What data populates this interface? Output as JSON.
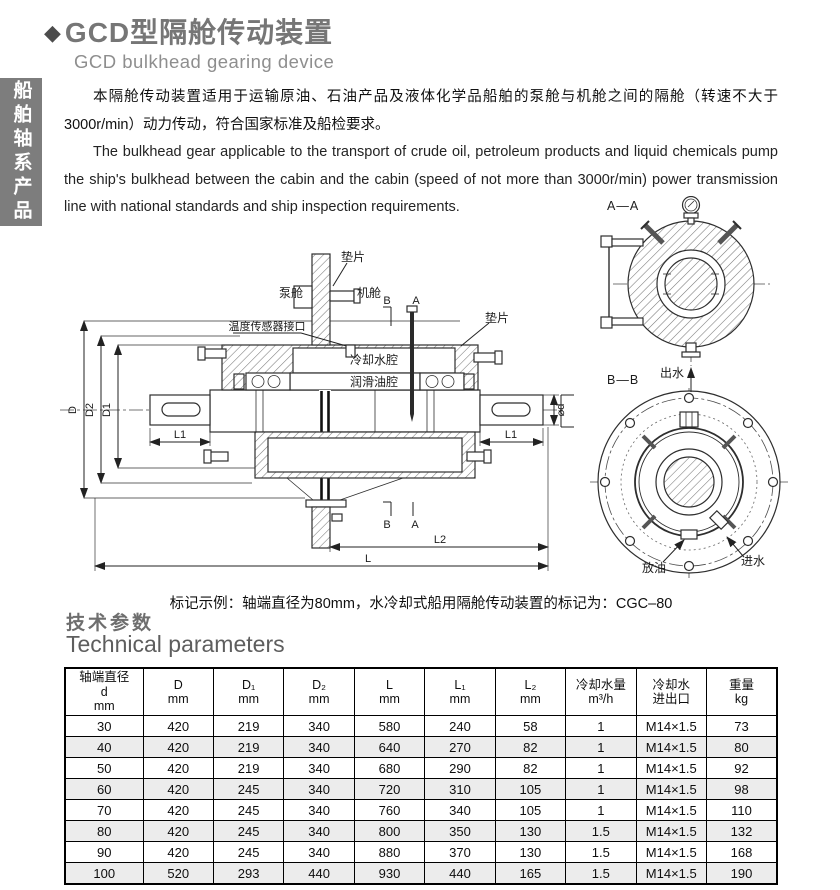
{
  "sidebar": {
    "label": "船舶轴系产品"
  },
  "header": {
    "diamond": "◆",
    "title_cn": "GCD型隔舱传动装置",
    "title_en": "GCD bulkhead gearing device"
  },
  "intro": {
    "para_cn": "本隔舱传动装置适用于运输原油、石油产品及液体化学品船舶的泵舱与机舱之间的隔舱（转速不大于3000r/min）动力传动，符合国家标准及船检要求。",
    "para_en": "The bulkhead gear applicable to the transport of crude oil, petroleum products and liquid chemicals pump the ship's bulkhead between the cabin and the cabin (speed of not more than 3000r/min) power transmission line with national standards and ship inspection requirements."
  },
  "drawing": {
    "labels": {
      "gasket": "垫片",
      "pump_cabin": "泵舱",
      "engine_cabin": "机舱",
      "temp_sensor_port": "温度传感器接口",
      "cooling_water_chamber": "冷却水腔",
      "lube_oil_chamber": "润滑油腔",
      "water_outlet": "出水",
      "water_inlet": "进水",
      "oil_drain": "放油",
      "section_a": "A",
      "section_b": "B",
      "view_aa": "A—A",
      "view_bb": "B—B"
    },
    "dims": {
      "D": "D",
      "D1": "D1",
      "D2": "D2",
      "L": "L",
      "L1": "L1",
      "L2": "L2",
      "d": "⌀d"
    }
  },
  "mark_example": "标记示例：轴端直径为80mm，水冷却式船用隔舱传动装置的标记为：CGC–80",
  "tech": {
    "heading_cn": "技术参数",
    "heading_en": "Technical parameters"
  },
  "table": {
    "headers": [
      "轴端直径\nd\nmm",
      "D\nmm",
      "D₁\nmm",
      "D₂\nmm",
      "L\nmm",
      "L₁\nmm",
      "L₂\nmm",
      "冷却水量\nm³/h",
      "冷却水\n进出口",
      "重量\nkg"
    ],
    "rows": [
      [
        "30",
        "420",
        "219",
        "340",
        "580",
        "240",
        "58",
        "1",
        "M14×1.5",
        "73"
      ],
      [
        "40",
        "420",
        "219",
        "340",
        "640",
        "270",
        "82",
        "1",
        "M14×1.5",
        "80"
      ],
      [
        "50",
        "420",
        "219",
        "340",
        "680",
        "290",
        "82",
        "1",
        "M14×1.5",
        "92"
      ],
      [
        "60",
        "420",
        "245",
        "340",
        "720",
        "310",
        "105",
        "1",
        "M14×1.5",
        "98"
      ],
      [
        "70",
        "420",
        "245",
        "340",
        "760",
        "340",
        "105",
        "1",
        "M14×1.5",
        "110"
      ],
      [
        "80",
        "420",
        "245",
        "340",
        "800",
        "350",
        "130",
        "1.5",
        "M14×1.5",
        "132"
      ],
      [
        "90",
        "420",
        "245",
        "340",
        "880",
        "370",
        "130",
        "1.5",
        "M14×1.5",
        "168"
      ],
      [
        "100",
        "520",
        "293",
        "440",
        "930",
        "440",
        "165",
        "1.5",
        "M14×1.5",
        "190"
      ]
    ]
  },
  "colors": {
    "sidebar_bg": "#7d7d7d",
    "title_gray": "#767676",
    "subtitle_gray": "#8e8e8e",
    "alt_row_bg": "#ececec",
    "drawing_line": "#2e2e2e"
  }
}
